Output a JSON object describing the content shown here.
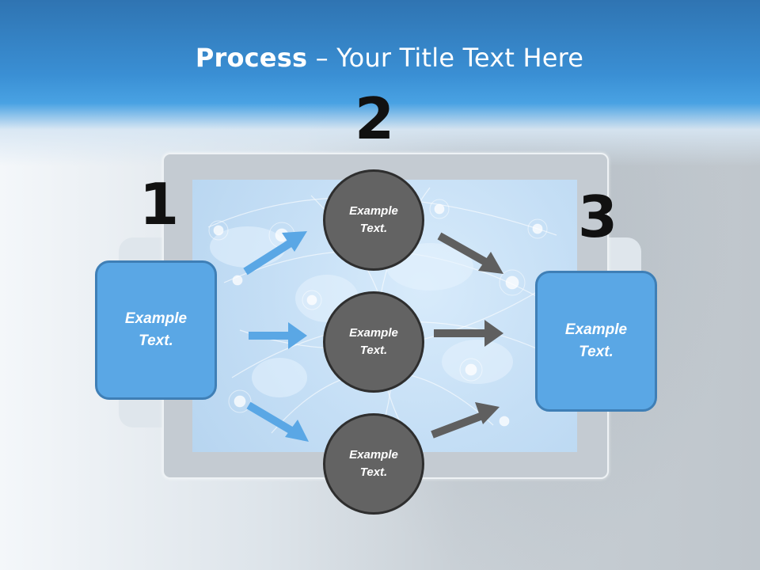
{
  "slide": {
    "title_bold": "Process",
    "title_rest": " – Your Title Text Here"
  },
  "steps": {
    "step1_number": "1",
    "step2_number": "2",
    "step3_number": "3"
  },
  "boxes": {
    "left_text": "Example Text.",
    "right_text": "Example Text."
  },
  "circles": [
    {
      "text": "Example Text."
    },
    {
      "text": "Example Text."
    },
    {
      "text": "Example Text."
    }
  ],
  "colors": {
    "header_blue": "#3a8fd4",
    "box_fill": "#5aa7e5",
    "box_border": "#3f7fb6",
    "circle_fill": "#636363",
    "circle_border": "#2e2e2e",
    "arrow_blue": "#5aa7e5",
    "arrow_gray": "#5f5f5f"
  }
}
